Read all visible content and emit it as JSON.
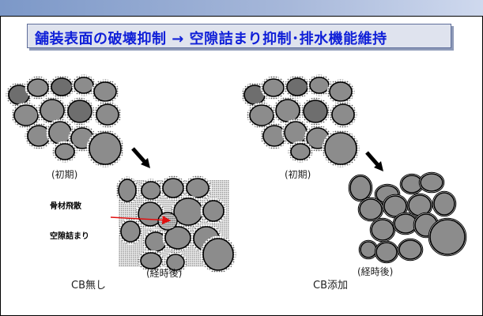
{
  "title": "舗装表面の破壊抑制 → 空隙詰まり抑制･排水機能維持",
  "left_panel": {
    "initial_label": "(初期)",
    "after_label": "(経時後)",
    "annotation_scatter": "骨材飛散",
    "annotation_clog": "空隙詰まり",
    "caption": "CB無し"
  },
  "right_panel": {
    "initial_label": "(初期)",
    "after_label": "(経時後)",
    "caption": "CB添加"
  },
  "colors": {
    "title_text": "#1020d8",
    "aggregate_fill": "#8c8c8c",
    "aggregate_dark": "#6e6e6e",
    "aggregate_light": "#b9b9b9",
    "arrow_red": "#e01010"
  }
}
